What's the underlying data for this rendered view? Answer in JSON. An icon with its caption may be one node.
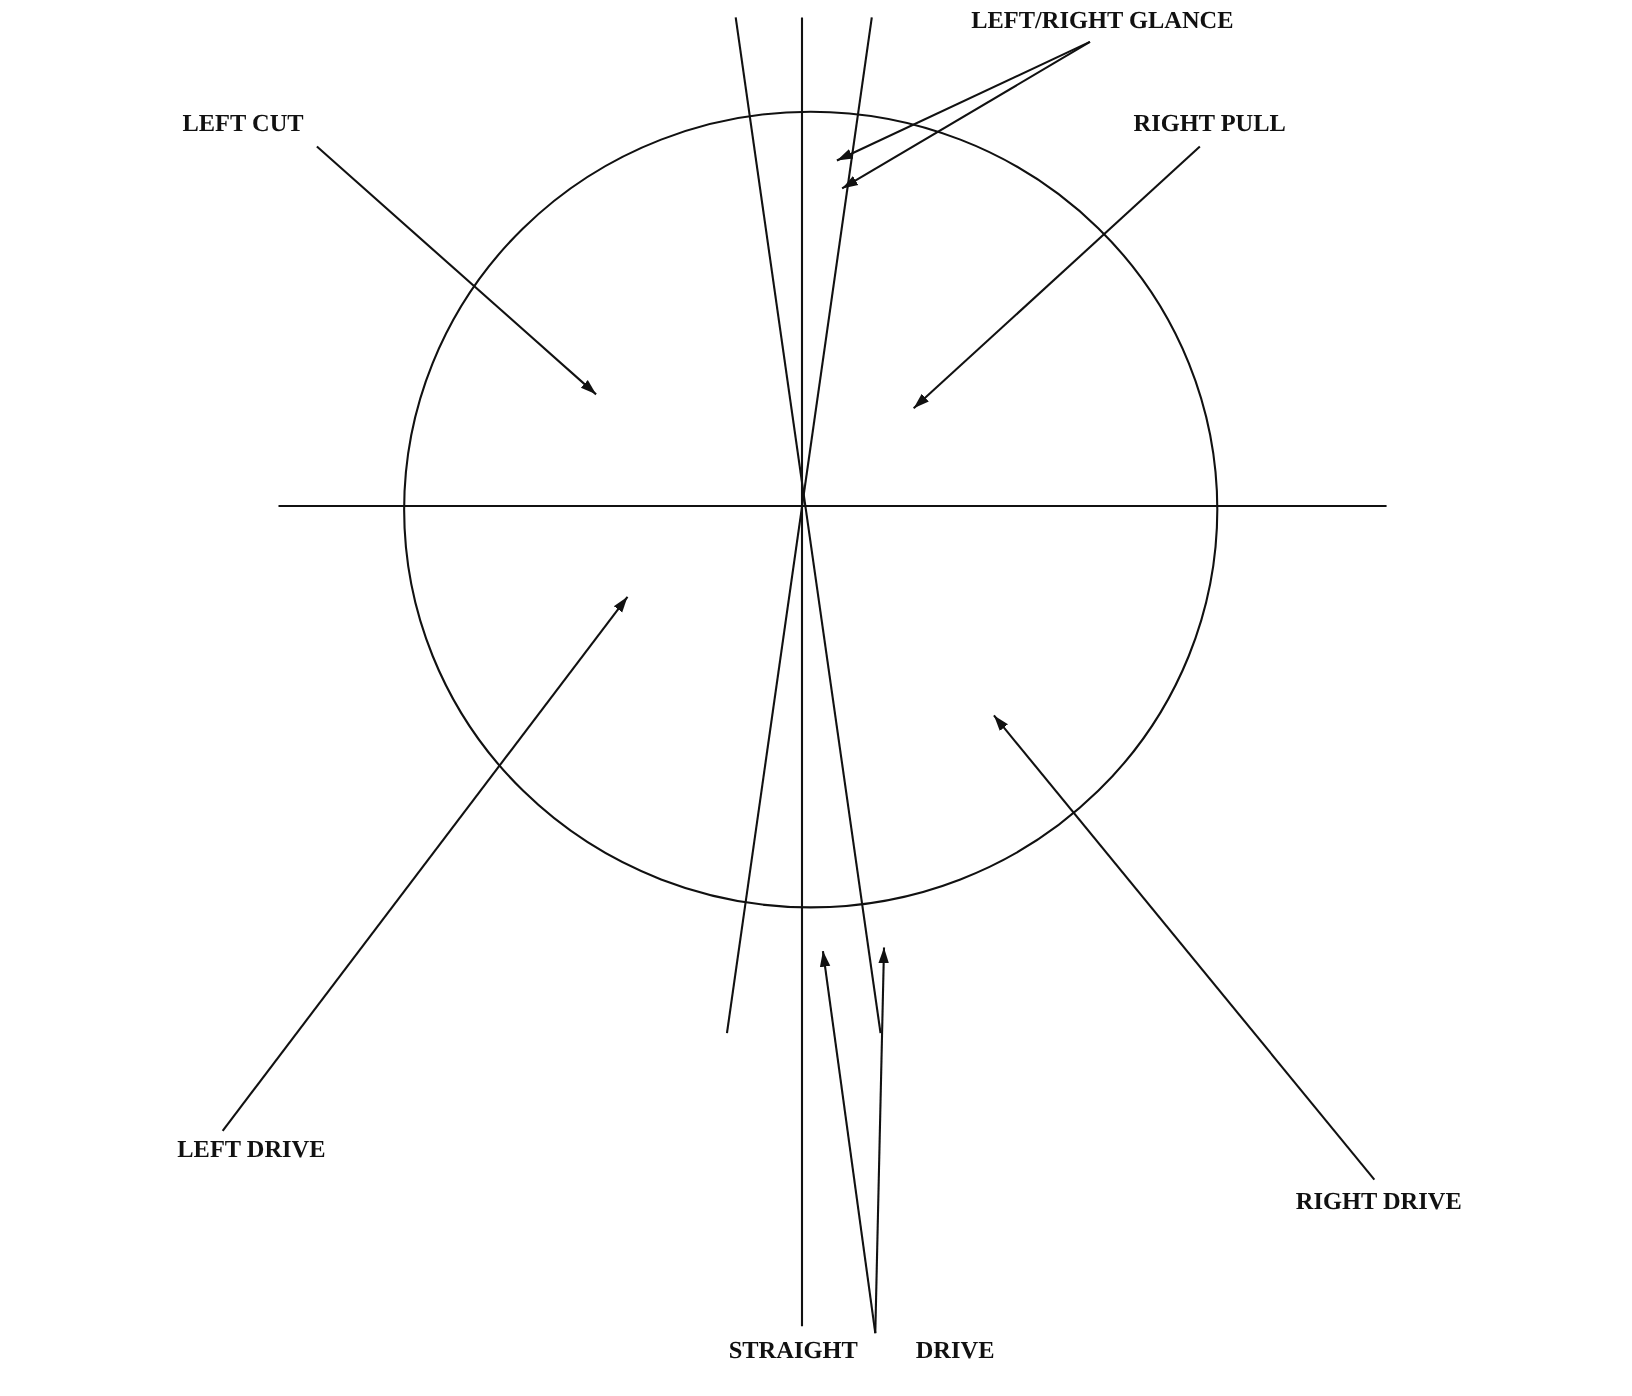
{
  "diagram": {
    "nodes": [
      {
        "text": [
          "LEFT/RIGHT GLANCE"
        ]
      },
      {
        "text": [
          "LEFT CUT"
        ]
      },
      {
        "text": [
          "RIGHT PULL"
        ]
      },
      {
        "text": [
          "LEFT DRIVE"
        ]
      },
      {
        "text": [
          "RIGHT DRIVE"
        ]
      },
      {
        "text": [
          "STRAIGHT DRIVE"
        ]
      }
    ],
    "edges": [
      {
        "from": 0,
        "to": null,
        "arrow": "to"
      },
      {
        "from": 0,
        "to": null,
        "arrow": "to"
      },
      {
        "from": 1,
        "to": null,
        "arrow": "to"
      },
      {
        "from": 2,
        "to": null,
        "arrow": "to"
      },
      {
        "from": 3,
        "to": null,
        "arrow": "to"
      },
      {
        "from": 4,
        "to": null,
        "arrow": "to"
      },
      {
        "from": 5,
        "to": null,
        "arrow": "to"
      },
      {
        "from": 5,
        "to": null,
        "arrow": "to"
      }
    ]
  }
}
